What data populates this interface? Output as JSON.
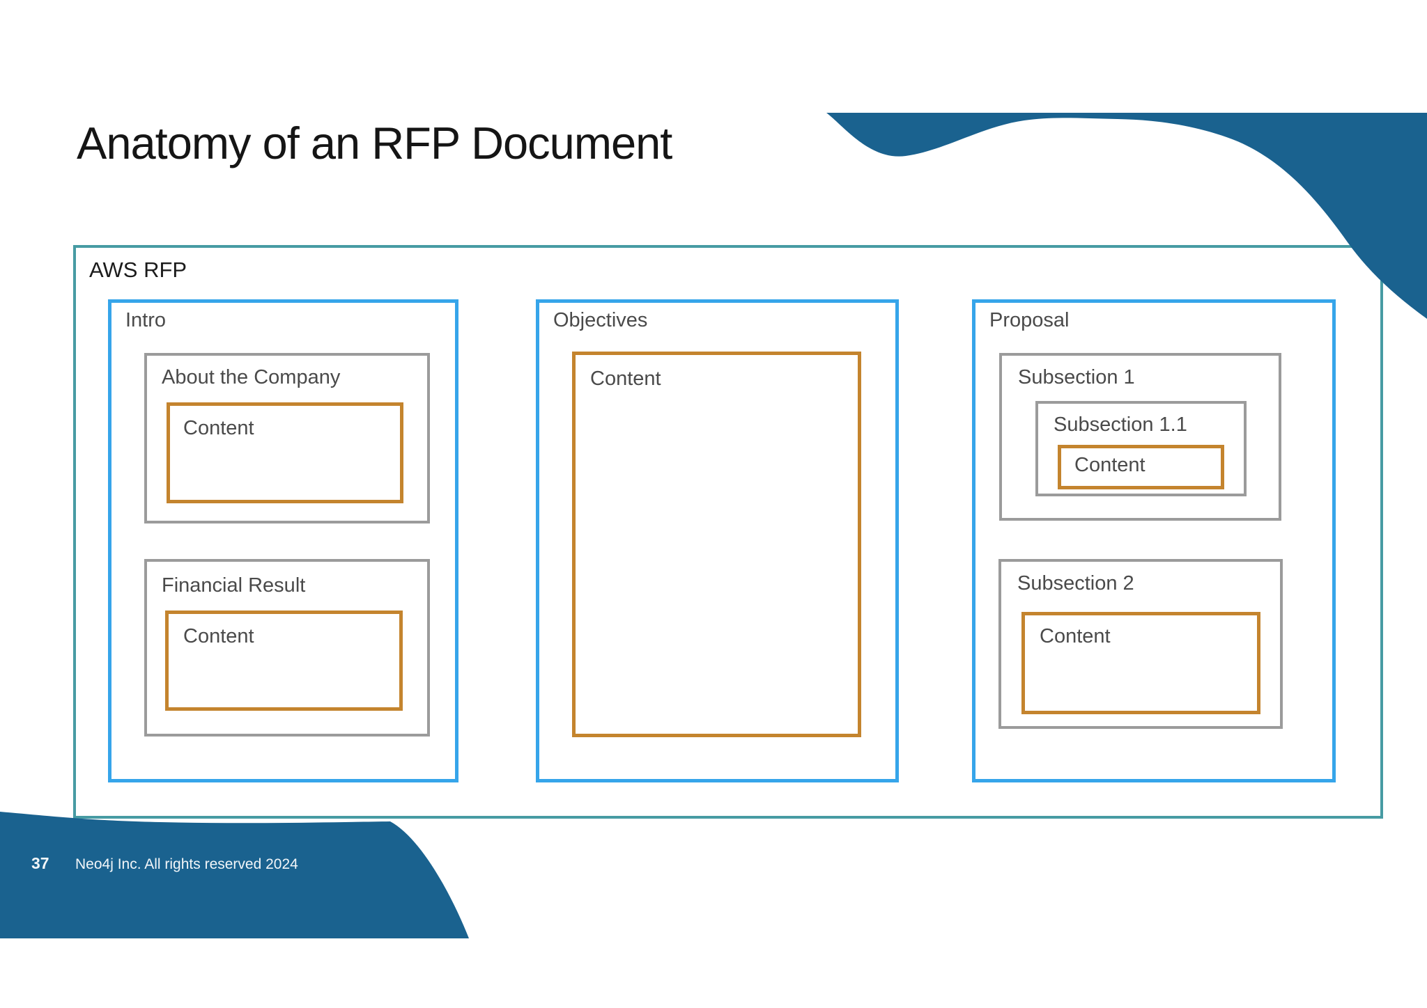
{
  "slide": {
    "title": "Anatomy of an RFP Document",
    "page_number": "37",
    "copyright": "Neo4j Inc. All rights reserved 2024"
  },
  "colors": {
    "decorative_blue": "#1A628F",
    "root_border": "#479BA3",
    "section_border": "#36A5EA",
    "subsection_border": "#9B9B9B",
    "content_border": "#C4842E"
  },
  "diagram": {
    "root": {
      "label": "AWS RFP"
    },
    "intro": {
      "label": "Intro",
      "about": {
        "label": "About the Company",
        "content": "Content"
      },
      "financial": {
        "label": "Financial Result",
        "content": "Content"
      }
    },
    "objectives": {
      "label": "Objectives",
      "content": "Content"
    },
    "proposal": {
      "label": "Proposal",
      "subsection1": {
        "label": "Subsection 1"
      },
      "subsection11": {
        "label": "Subsection 1.1",
        "content": "Content"
      },
      "subsection2": {
        "label": "Subsection 2",
        "content": "Content"
      }
    }
  }
}
